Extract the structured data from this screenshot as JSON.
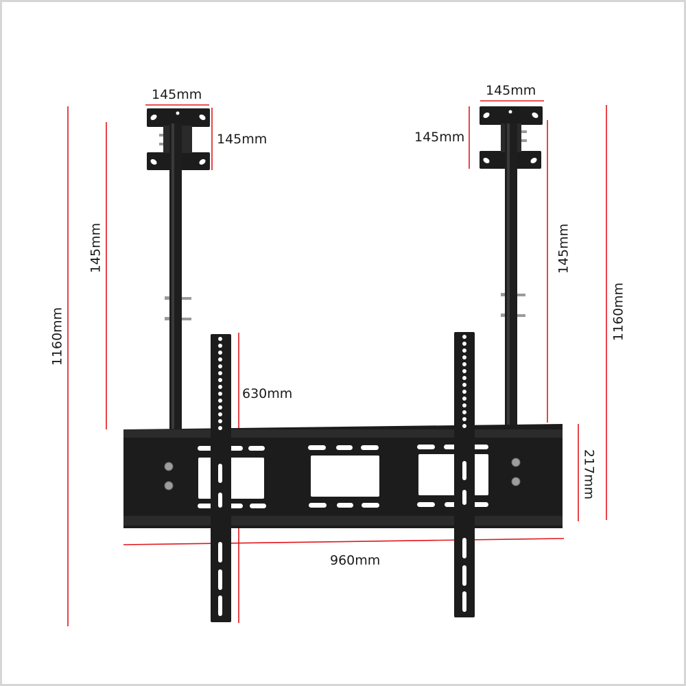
{
  "diagram": {
    "subject": "Ceiling TV mount dimensions",
    "colors": {
      "dimension_line": "#e0161b",
      "metal": "#1c1c1c",
      "text": "#1a1a1a",
      "frame": "#d6d6d6"
    },
    "labels": {
      "left_plate_width": "145mm",
      "left_plate_height": "145mm",
      "right_plate_width": "145mm",
      "right_plate_height": "145mm",
      "left_pole_length": "145mm",
      "right_pole_length": "145mm",
      "left_total_height": "1160mm",
      "right_total_height": "1160mm",
      "bracket_height": "630mm",
      "crossbar_height": "217mm",
      "crossbar_width": "960mm"
    }
  }
}
